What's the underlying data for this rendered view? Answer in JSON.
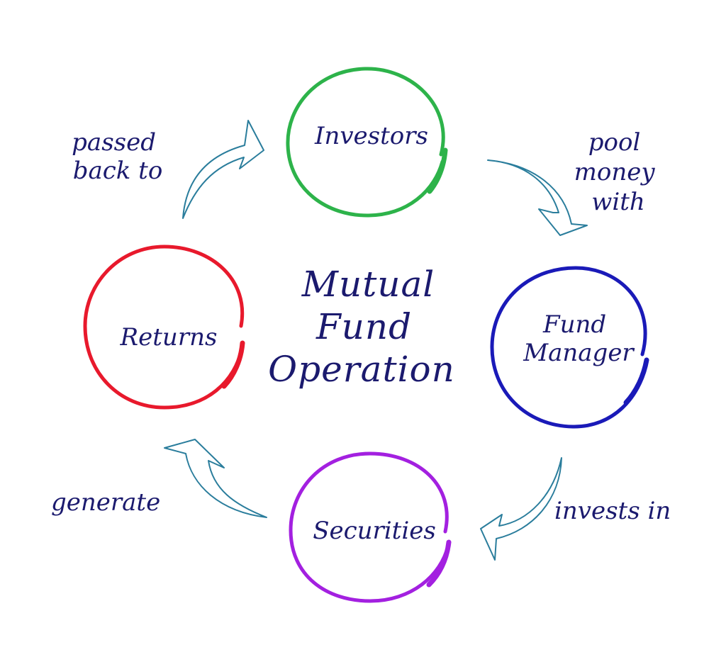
{
  "title": {
    "lines": [
      "Mutual",
      "Fund",
      "Operation"
    ]
  },
  "nodes": [
    {
      "id": "investors",
      "lines": [
        "Investors"
      ],
      "color": "#2db34a"
    },
    {
      "id": "fund-manager",
      "lines": [
        "Fund",
        "Manager"
      ],
      "color": "#1a1ab8"
    },
    {
      "id": "securities",
      "lines": [
        "Securities"
      ],
      "color": "#a320e0"
    },
    {
      "id": "returns",
      "lines": [
        "Returns"
      ],
      "color": "#e8192c"
    }
  ],
  "edges": [
    {
      "id": "investors-to-fund-manager",
      "from": "Investors",
      "to": "Fund Manager",
      "lines": [
        "pool",
        "money",
        "with"
      ]
    },
    {
      "id": "fund-manager-to-securities",
      "from": "Fund Manager",
      "to": "Securities",
      "lines": [
        "invests in"
      ]
    },
    {
      "id": "securities-to-returns",
      "from": "Securities",
      "to": "Returns",
      "lines": [
        "generate"
      ]
    },
    {
      "id": "returns-to-investors",
      "from": "Returns",
      "to": "Investors",
      "lines": [
        "passed",
        "back to"
      ]
    }
  ],
  "colors": {
    "text": "#1b1a6e",
    "arrow_stroke": "#2a7d9c",
    "background": "#ffffff"
  }
}
